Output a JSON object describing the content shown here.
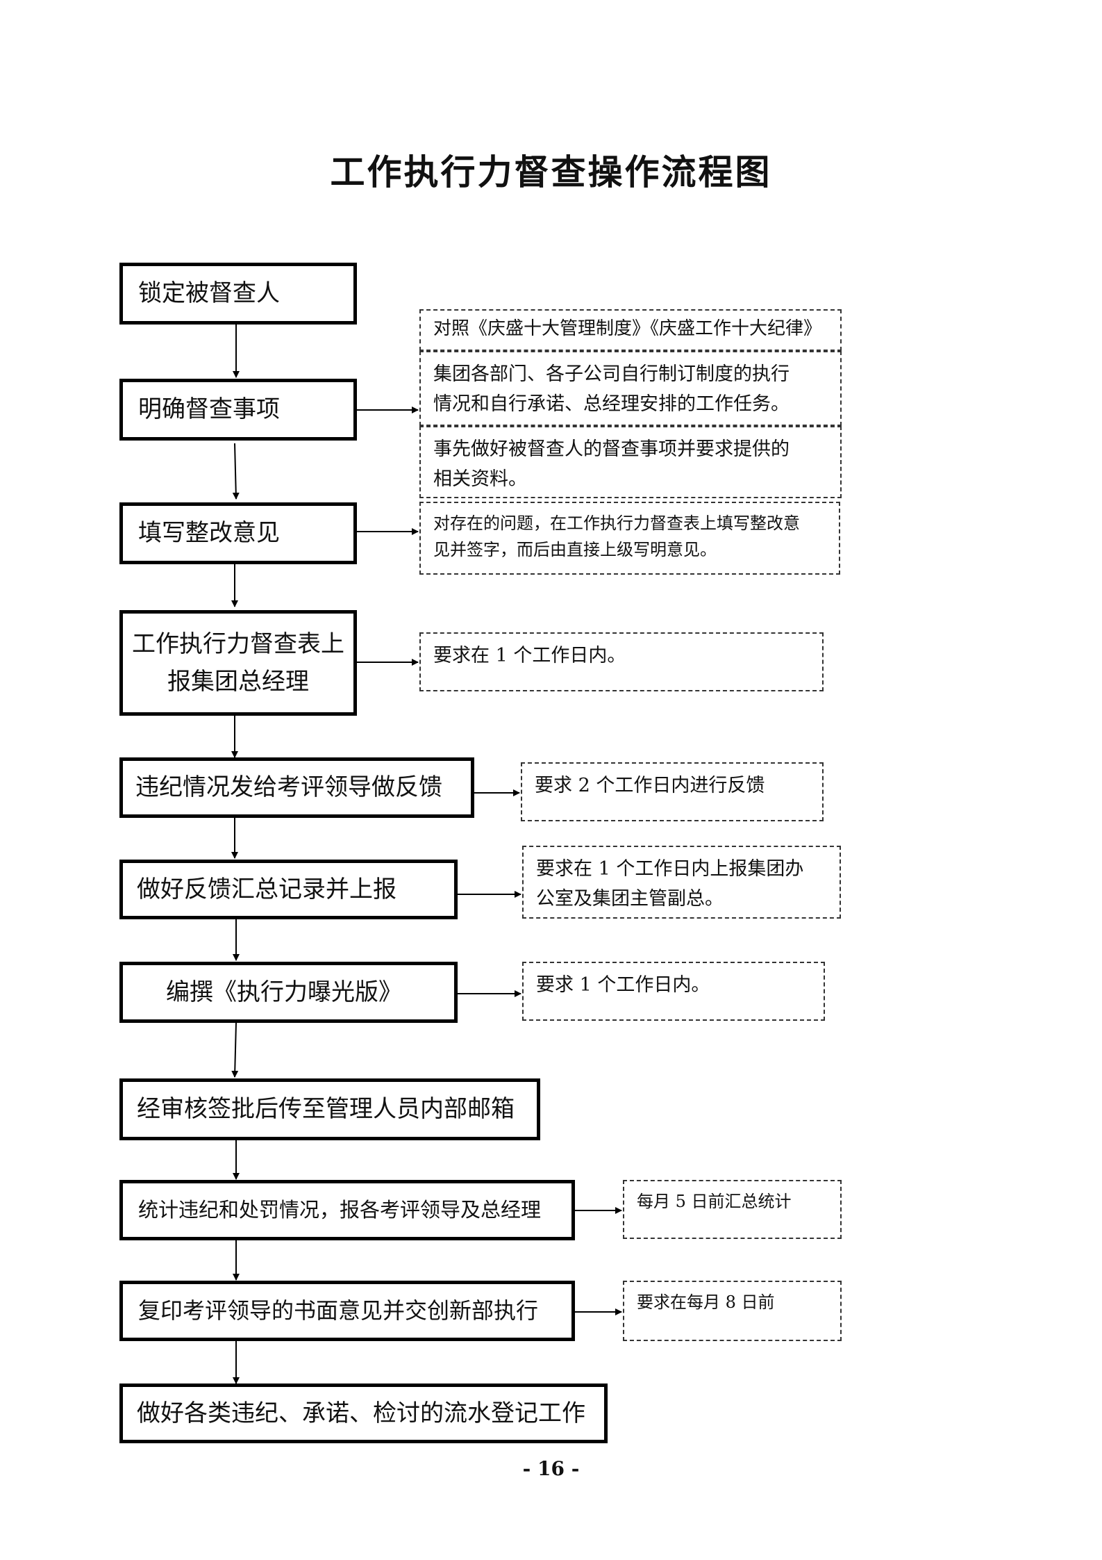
{
  "title": "工作执行力督查操作流程图",
  "steps": [
    "锁定被督查人",
    "明确督查事项",
    "填写整改意见",
    "工作执行力督查表上\n报集团总经理",
    "违纪情况发给考评领导做反馈",
    "做好反馈汇总记录并上报",
    "编撰《执行力曝光版》",
    "经审核签批后传至管理人员内部邮箱",
    "统计违纪和处罚情况，报各考评领导及总经理",
    "复印考评领导的书面意见并交创新部执行",
    "做好各类违纪、承诺、检讨的流水登记工作"
  ],
  "notes": [
    "对照《庆盛十大管理制度》《庆盛工作十大纪律》",
    "集团各部门、各子公司自行制订制度的执行\n情况和自行承诺、总经理安排的工作任务。",
    "事先做好被督查人的督查事项并要求提供的\n相关资料。",
    "对存在的问题，在工作执行力督查表上填写整改意\n见并签字，而后由直接上级写明意见。",
    "要求在 1 个工作日内。",
    "要求 2 个工作日内进行反馈",
    "要求在 1 个工作日内上报集团办\n公室及集团主管副总。",
    "要求 1 个工作日内。",
    "每月 5 日前汇总统计",
    "要求在每月 8 日前"
  ],
  "page_number": "- 16 -"
}
